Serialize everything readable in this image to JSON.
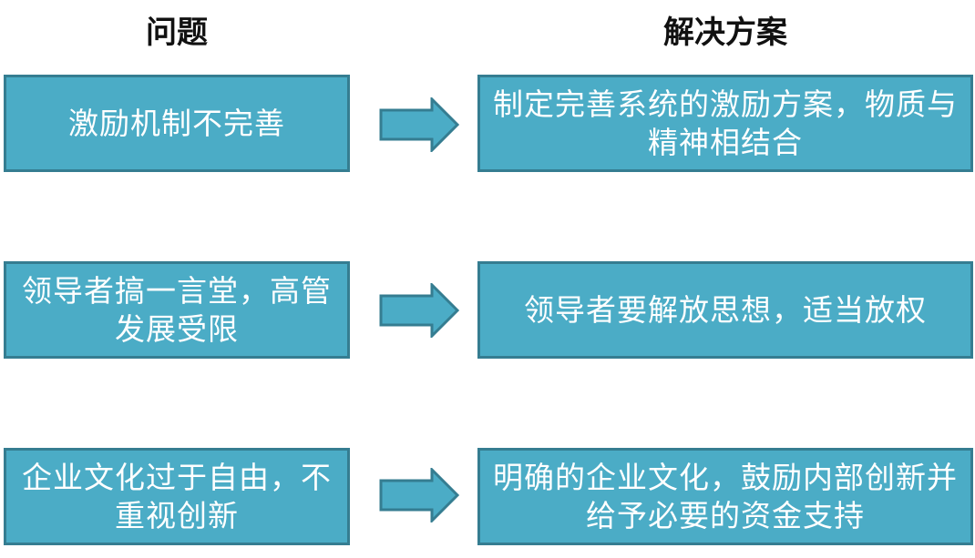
{
  "headers": {
    "problem": "问题",
    "solution": "解决方案"
  },
  "rows": [
    {
      "problem": "激励机制不完善",
      "solution": "制定完善系统的激励方案，物质与精神相结合"
    },
    {
      "problem": "领导者搞一言堂，高管发展受限",
      "solution": "领导者要解放思想，适当放权"
    },
    {
      "problem": "企业文化过于自由，不重视创新",
      "solution": "明确的企业文化，鼓励内部创新并给予必要的资金支持"
    }
  ],
  "colors": {
    "box_fill": "#4bacc6",
    "box_border": "#357d91",
    "arrow_fill": "#4bacc6",
    "arrow_border": "#357d91",
    "text": "#ffffff",
    "header_text": "#111111"
  }
}
